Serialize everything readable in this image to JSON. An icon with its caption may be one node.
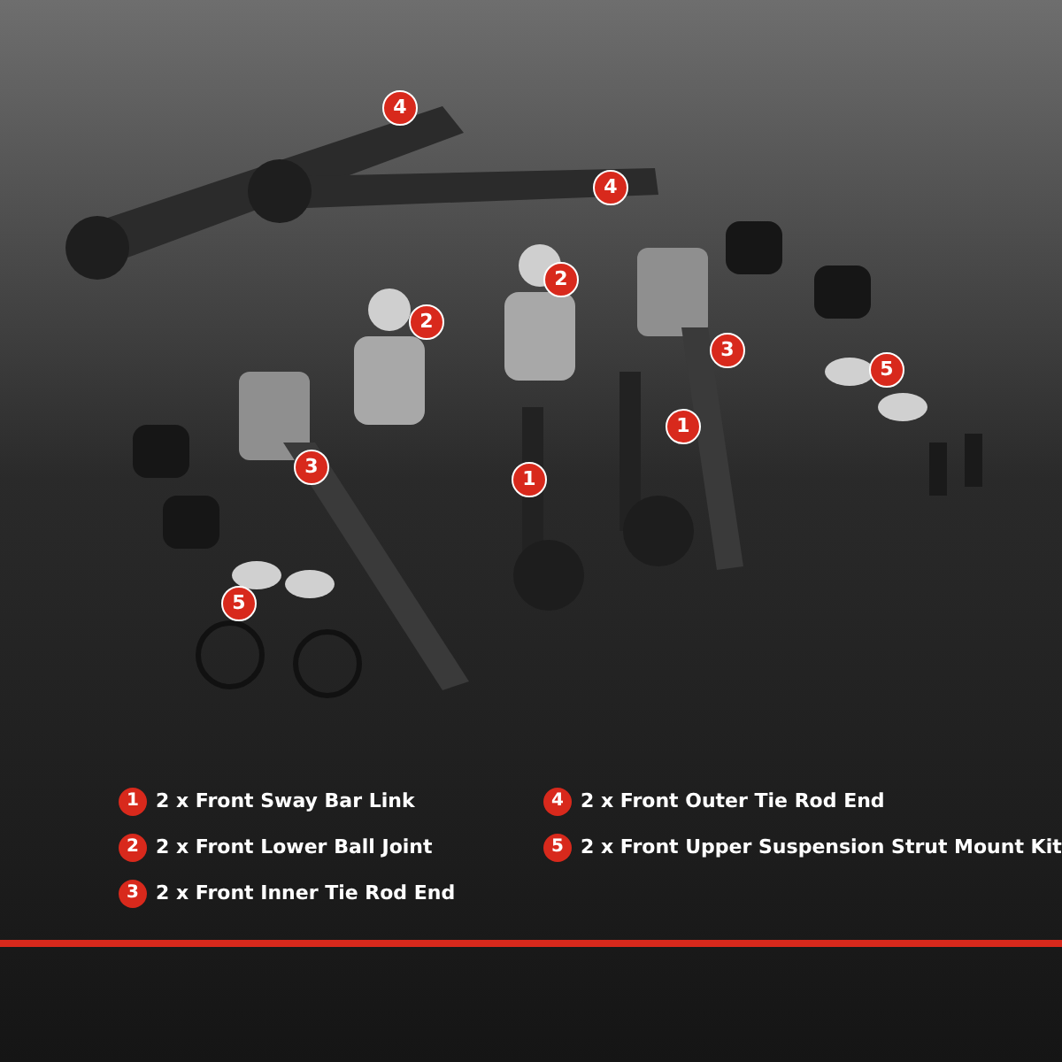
{
  "diagram": {
    "labels": [
      "4",
      "4",
      "2",
      "2",
      "3",
      "5",
      "1",
      "3",
      "1",
      "5",
      "1",
      "2 x Front Sway Bar Link",
      "4",
      "2 x Front Outer Tie Rod End",
      "2",
      "2 x Front Lower Ball Joint",
      "5",
      "2 x Front Upper Suspension Strut Mount Kit",
      "3",
      "2 x Front Inner Tie Rod End"
    ]
  }
}
